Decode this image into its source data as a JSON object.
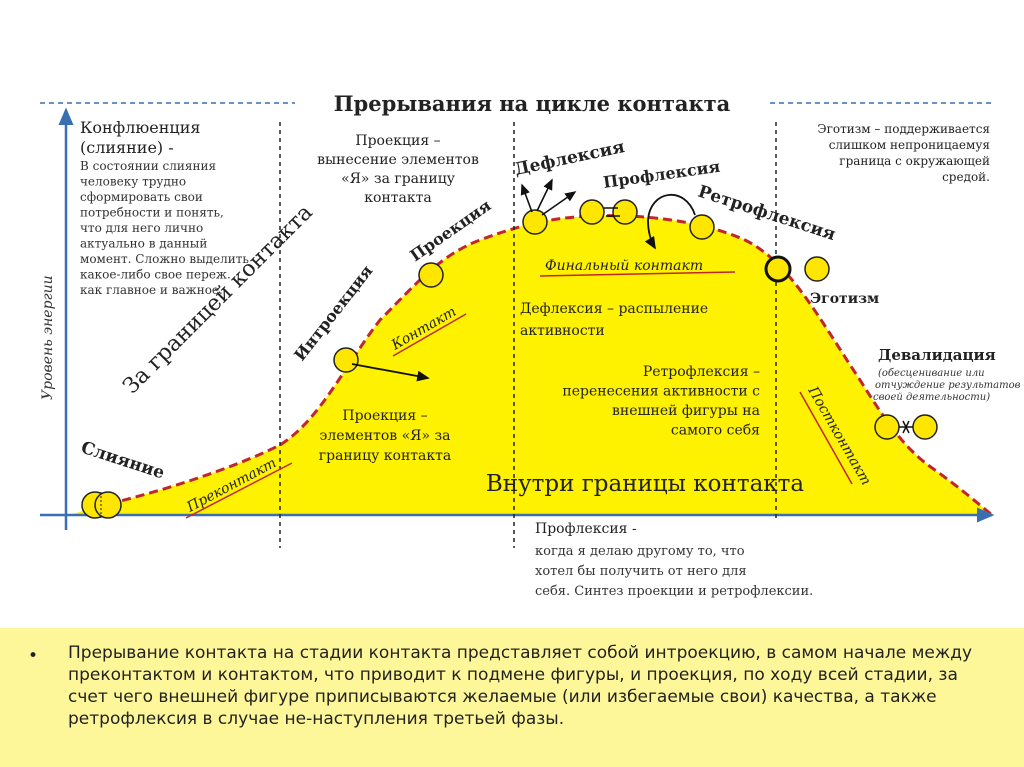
{
  "title": "Прерывания на цикле контакта",
  "y_axis_label": "Уровень энергии",
  "colors": {
    "fill": "#fff200",
    "curve": "#c0272d",
    "axis": "#3a6fb0",
    "circle": "#ffe600"
  },
  "confluence": {
    "heading_1": "Конфлюенция",
    "heading_2": "(слияние) -",
    "lines": [
      "В состоянии слияния",
      "человеку трудно",
      "сформировать свои",
      "потребности и понять,",
      "что для него лично",
      "актуально в данный",
      "момент. Сложно выделить",
      "какое-либо свое переж.",
      "как главное и важное."
    ]
  },
  "projection_top": {
    "lines": [
      "Проекция –",
      "вынесение элементов",
      "«Я» за границу",
      "контакта"
    ]
  },
  "egotism_note": {
    "lines": [
      "Эготизм – поддерживается",
      "слишком непроницаемуя",
      "граница с окружающей",
      "средой."
    ]
  },
  "stage_labels": {
    "slijanie": "Слияние",
    "introjection": "Интроекция",
    "projection": "Проекция",
    "deflection": "Дефлексия",
    "proflection": "Профлексия",
    "retroflection": "Ретрофлексия",
    "egotism": "Эготизм",
    "devalidation": "Девалидация",
    "devalidation_sub_1": "(обесценивание или",
    "devalidation_sub_2": "отчуждение результатов",
    "devalidation_sub_3": "своей деятельности)"
  },
  "phase_labels": {
    "precontact": "Преконтакт",
    "contact": "Контакт",
    "final_contact": "Финальный контакт",
    "postcontact": "Постконтакт"
  },
  "zone_labels": {
    "beyond_boundary": "За границей контакта",
    "inside_boundary": "Внутри границы контакта"
  },
  "center_notes": {
    "projection_inside": [
      "Проекция –",
      "элементов «Я» за",
      "границу контакта"
    ],
    "deflection_inside": [
      "Дефлексия – распыление",
      "активности"
    ],
    "retroflection_inside": [
      "Ретрофлексия –",
      "перенесения активности с",
      "внешней фигуры на",
      "самого себя"
    ]
  },
  "proflection_note": {
    "heading": "Профлексия -",
    "lines": [
      "когда я делаю другому то, что",
      "хотел бы получить от него для",
      "себя. Синтез проекции и ретрофлексии."
    ]
  },
  "bottom": {
    "bullet": "•",
    "text": "Прерывание контакта на стадии контакта представляет собой интроекцию, в самом начале между преконтактом и контактом, что приводит к подмене фигуры, и проекция, по ходу всей стадии, за счет чего внешней фигуре приписываются желаемые (или избегаемые свои) качества, а также ретрофлексия в случае не-наступления третьей фазы."
  }
}
